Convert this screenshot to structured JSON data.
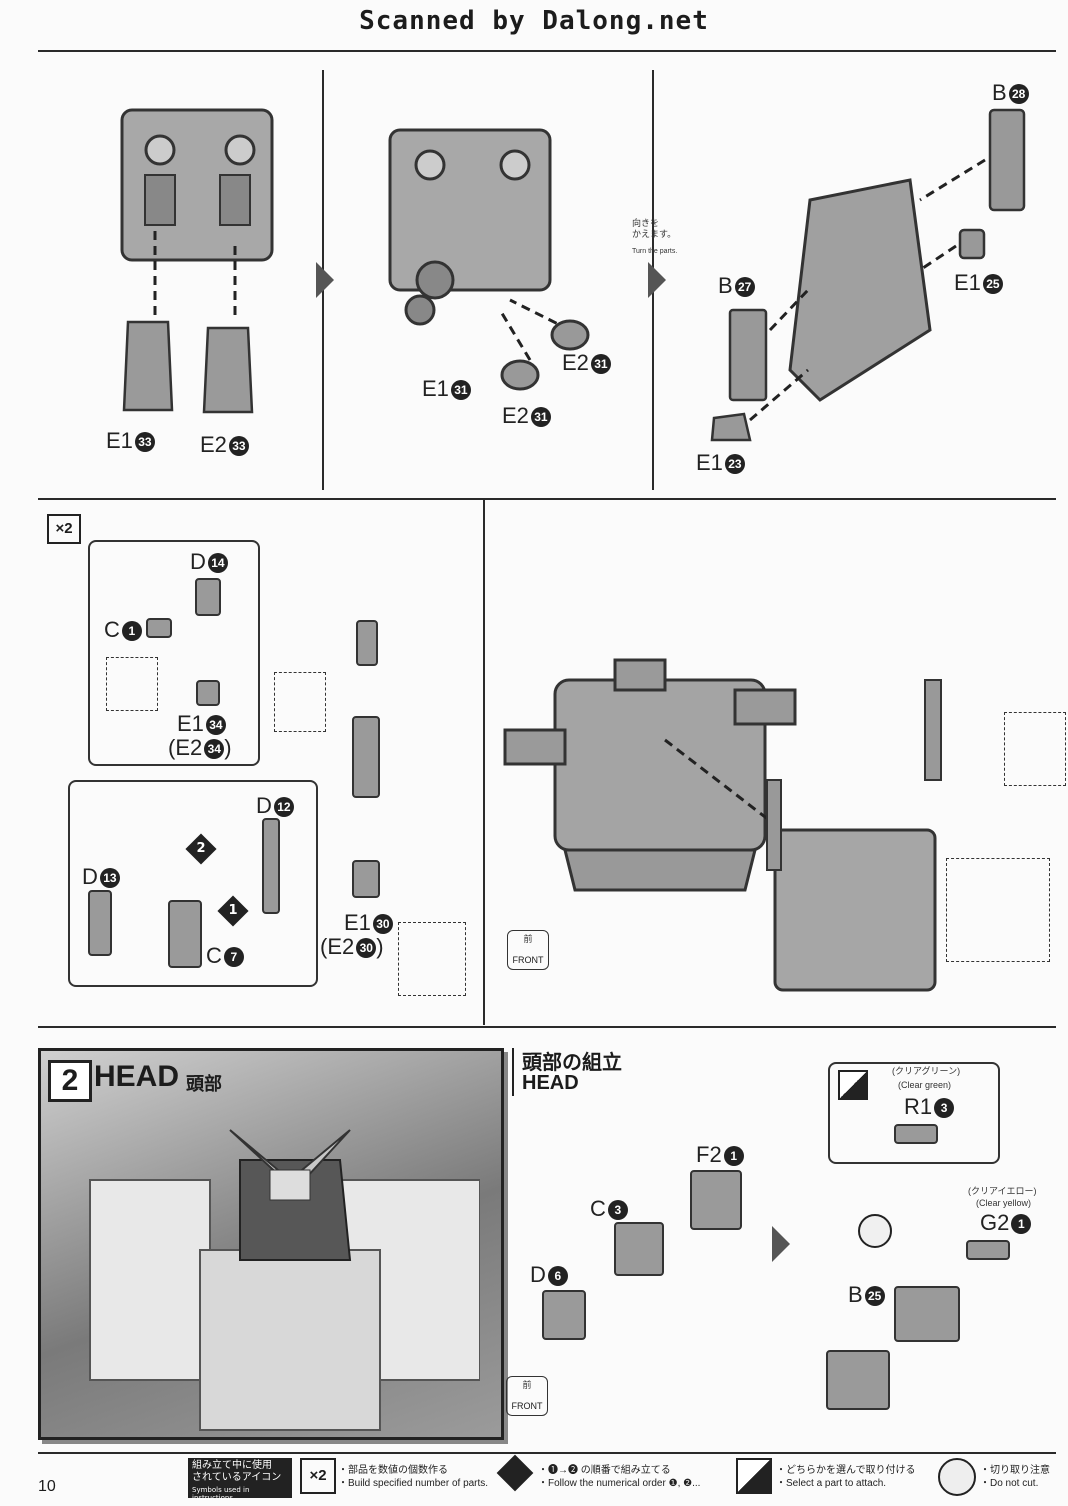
{
  "header": {
    "watermark": "Scanned by Dalong.net"
  },
  "step1": {
    "panel1": {
      "left_label": "E1",
      "left_num": "33",
      "right_label": "E2",
      "right_num": "33"
    },
    "panel2": {
      "l1": "E1",
      "n1": "31",
      "l2": "E2",
      "n2": "31",
      "l3": "E2",
      "n3": "31"
    },
    "panel3": {
      "turn_jp": "向きを\nかえます。",
      "turn_en": "Turn the parts.",
      "b28": "B",
      "b28n": "28",
      "e125": "E1",
      "e125n": "25",
      "b27": "B",
      "b27n": "27",
      "e123": "E1",
      "e123n": "23"
    }
  },
  "step2": {
    "x2": "×2",
    "d14": "D",
    "d14n": "14",
    "c1": "C",
    "c1n": "1",
    "e134": "E1",
    "e134n": "34",
    "e234": "(E2",
    "e234n": "34",
    "e234close": ")",
    "d12": "D",
    "d12n": "12",
    "d13": "D",
    "d13n": "13",
    "c7": "C",
    "c7n": "7",
    "order1": "1",
    "order2": "2",
    "e130": "E1",
    "e130n": "30",
    "e230": "(E2",
    "e230n": "30",
    "e230close": ")",
    "front_jp": "前",
    "front_en": "FRONT"
  },
  "section2": {
    "num": "2",
    "title": "HEAD",
    "title_jp": "頭部",
    "assembly_jp": "頭部の組立",
    "assembly_en": "HEAD",
    "f21": "F2",
    "f21n": "1",
    "c3": "C",
    "c3n": "3",
    "d6": "D",
    "d6n": "6",
    "front_jp": "前",
    "front_en": "FRONT",
    "clear_green_jp": "(クリアグリーン)",
    "clear_green_en": "(Clear green)",
    "r13": "R1",
    "r13n": "3",
    "clear_yellow_jp": "(クリアイエロー)",
    "clear_yellow_en": "(Clear yellow)",
    "g21": "G2",
    "g21n": "1",
    "b25": "B",
    "b25n": "25"
  },
  "legend": {
    "title_jp": "組み立て中に使用\nされているアイコン",
    "title_en": "Symbols used in instructions",
    "i1_jp": "・部品を数値の個数作る",
    "i1_en": "・Build specified number of parts.",
    "i2_jp": "・❶→❷ の順番で組み立てる",
    "i2_en": "・Follow the numerical order ❶, ❷...",
    "i3_jp": "・どちらかを選んで取り付ける",
    "i3_en": "・Select a part to attach.",
    "i4_jp": "・切り取り注意",
    "i4_en": "・Do not cut."
  },
  "page_number": "10"
}
